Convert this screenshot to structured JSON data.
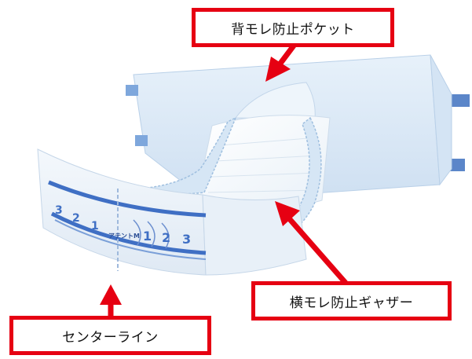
{
  "labels": {
    "back_pocket": "背モレ防止ポケット",
    "side_gather": "横モレ防止ギャザー",
    "center_line": "センターライン"
  },
  "diaper": {
    "brand_text": "アテントM",
    "size_markers_left": [
      "3",
      "2",
      "1"
    ],
    "size_markers_right": [
      "1",
      "2",
      "3"
    ]
  },
  "colors": {
    "callout_red": "#e60012",
    "diaper_blue": "#3f6fc4",
    "diaper_light": "#dcebf7"
  }
}
